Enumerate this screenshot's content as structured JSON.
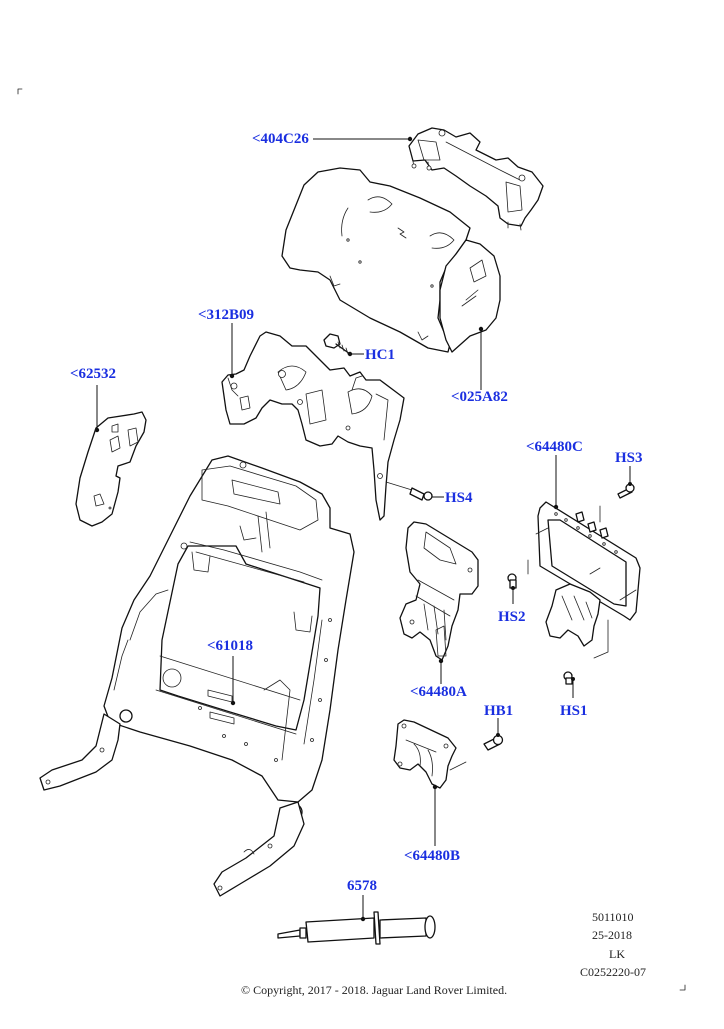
{
  "diagram": {
    "label_color": "#1a2fe0",
    "line_color": "#111111",
    "parts": [
      {
        "id": "p404c26",
        "label": "<404C26",
        "component": "upper-frame-bracket"
      },
      {
        "id": "p025a82",
        "label": "<025A82",
        "component": "backrest-top-trim-panel"
      },
      {
        "id": "p312b09",
        "label": "<312B09",
        "component": "headrest-guide-bracket"
      },
      {
        "id": "hc1",
        "label": "HC1",
        "component": "clip-screw"
      },
      {
        "id": "p62532",
        "label": "<62532",
        "component": "side-trim-panel"
      },
      {
        "id": "hs4",
        "label": "HS4",
        "component": "bolt"
      },
      {
        "id": "p64480c",
        "label": "<64480C",
        "component": "lumbar-support-frame"
      },
      {
        "id": "hs3",
        "label": "HS3",
        "component": "screw"
      },
      {
        "id": "hs2",
        "label": "HS2",
        "component": "screw"
      },
      {
        "id": "p61018",
        "label": "<61018",
        "component": "seat-back-frame"
      },
      {
        "id": "p64480a",
        "label": "<64480A",
        "component": "lumbar-bracket"
      },
      {
        "id": "hs1",
        "label": "HS1",
        "component": "screw"
      },
      {
        "id": "hb1",
        "label": "HB1",
        "component": "bolt"
      },
      {
        "id": "p64480b",
        "label": "<64480B",
        "component": "lower-lumbar-bracket"
      },
      {
        "id": "p6578",
        "label": "6578",
        "component": "grease-syringe"
      }
    ]
  },
  "reference": {
    "lines": [
      "5011010",
      "25-2018",
      "LK",
      "C0252220-07"
    ]
  },
  "copyright": "© Copyright, 2017 - 2018. Jaguar Land Rover Limited."
}
